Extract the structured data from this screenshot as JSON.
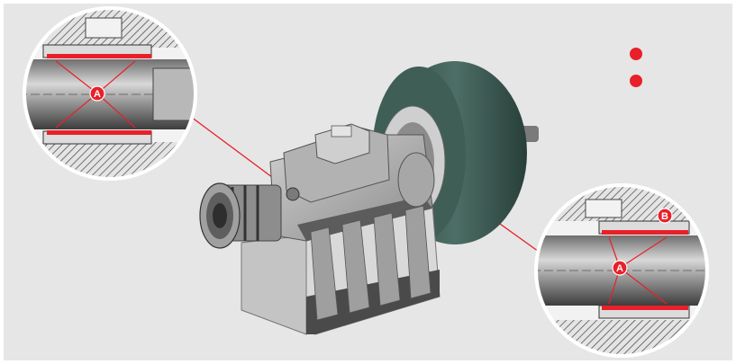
{
  "callouts": {
    "left_detail": {
      "label_a": "A"
    },
    "right_detail": {
      "label_a": "A",
      "label_b": "B"
    }
  },
  "colors": {
    "background": "#e6e6e6",
    "panel_border": "#ffffff",
    "accent_red": "#e8202a",
    "pulley_green": "#3f5e56",
    "housing_grey": "#b9b9b9",
    "steel_dark": "#3a3a3a"
  },
  "legend": {
    "markers": [
      {
        "icon": "red-dot-icon"
      },
      {
        "icon": "red-dot-icon"
      }
    ]
  }
}
